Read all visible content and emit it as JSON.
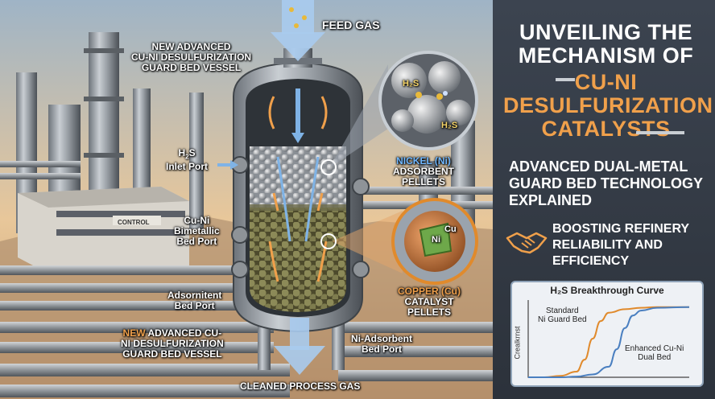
{
  "labels": {
    "feed_gas": "FEED GAS",
    "vessel_top": [
      "NEW ADVANCED",
      "CU-NI DESULFURIZATION",
      "GUARD BED VESSEL"
    ],
    "h2s_inlet_a": "H",
    "h2s_inlet_sub": "2",
    "h2s_inlet_b": "S",
    "h2s_inlet_c": "Inlet Port",
    "cuni_port": [
      "Cu-Ni",
      "Bimetallic",
      "Bed Port"
    ],
    "adsorbent_port": [
      "Adsornitent",
      "Bed Port"
    ],
    "vessel_bottom_new": "NEW",
    "vessel_bottom": [
      "ADVANCED CU-",
      "NI DESULFURIZATION",
      "GUARD BED VESSEL"
    ],
    "cleaned_gas": "CLEANED PROCESS GAS",
    "ni_ads_port": [
      "Ni-Adsorbent",
      "Bed Port"
    ],
    "nickel_head": "NICKEL (Ni)",
    "nickel_rest": [
      "ADSORBENT",
      "PELLETS"
    ],
    "copper_head": "COPPER (Cu)",
    "copper_rest": [
      "CATALYST",
      "PELLETS"
    ],
    "control_sign": "CONTROL",
    "h2s_mol": "H₂S",
    "cu_label": "Cu",
    "ni_label": "Ni"
  },
  "panel": {
    "title_lines": [
      "UNVEILING THE",
      "MECHANISM OF"
    ],
    "title_accent_lines": [
      "CU-NI",
      "DESULFURIZATION",
      "CATALYSTS"
    ],
    "subtitle": [
      "ADVANCED DUAL-METAL",
      "GUARD BED TECHNOLOGY",
      "EXPLAINED"
    ],
    "boost": [
      "BOOSTING REFINERY",
      "RELIABILITY AND",
      "EFFICIENCY"
    ],
    "handshake_icon": "handshake-icon"
  },
  "colors": {
    "accent": "#f0a04b",
    "nickel": "#6fb7ff",
    "chart_orange": "#e08a2c",
    "chart_blue": "#4a7fc0"
  },
  "chart_data": {
    "type": "line",
    "title": "H₂S Breakthrough Curve",
    "ylabel": "Crealkrnst",
    "xlabel": "",
    "series": [
      {
        "name": "Standard Ni Guard Bed",
        "label_lines": [
          "Standard",
          "Ni Guard Bed"
        ],
        "x": [
          0,
          1,
          2,
          3,
          3.5,
          4,
          4.5,
          5,
          6,
          7,
          8,
          10
        ],
        "y": [
          0,
          0,
          0.02,
          0.08,
          0.25,
          0.55,
          0.8,
          0.92,
          0.97,
          0.99,
          1,
          1
        ]
      },
      {
        "name": "Enhanced Cu-Ni Dual Bed",
        "label_lines": [
          "Enhanced Cu-Ni",
          "Dual Bed"
        ],
        "x": [
          0,
          1,
          2,
          3,
          4,
          5,
          5.5,
          6,
          6.5,
          7,
          8,
          10
        ],
        "y": [
          0,
          0,
          0,
          0.01,
          0.04,
          0.15,
          0.4,
          0.7,
          0.88,
          0.95,
          0.99,
          1
        ]
      }
    ],
    "xlim": [
      0,
      10
    ],
    "ylim": [
      0,
      1.1
    ]
  }
}
